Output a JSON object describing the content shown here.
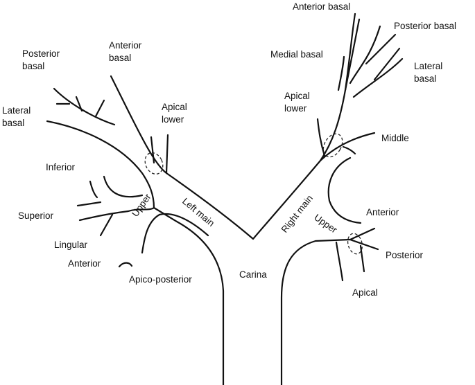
{
  "diagram": {
    "trachea_label": "Carina",
    "left": {
      "main": "Left main",
      "upper": "Upper",
      "posterior_basal": [
        "Posterior",
        "basal"
      ],
      "anterior_basal": [
        "Anterior",
        "basal"
      ],
      "lateral_basal": [
        "Lateral",
        "basal"
      ],
      "apical_lower": [
        "Apical",
        "lower"
      ],
      "inferior": "Inferior",
      "superior": "Superior",
      "lingular": "Lingular",
      "anterior": "Anterior",
      "apico_posterior": "Apico-posterior"
    },
    "right": {
      "main": "Right main",
      "upper": "Upper",
      "anterior_basal": "Anterior basal",
      "posterior_basal": "Posterior basal",
      "medial_basal": "Medial basal",
      "lateral_basal": [
        "Lateral",
        "basal"
      ],
      "apical_lower": [
        "Apical",
        "lower"
      ],
      "middle": "Middle",
      "anterior": "Anterior",
      "posterior": "Posterior",
      "apical": "Apical"
    }
  },
  "colors": {
    "ink": "#111111",
    "background": "#ffffff"
  }
}
